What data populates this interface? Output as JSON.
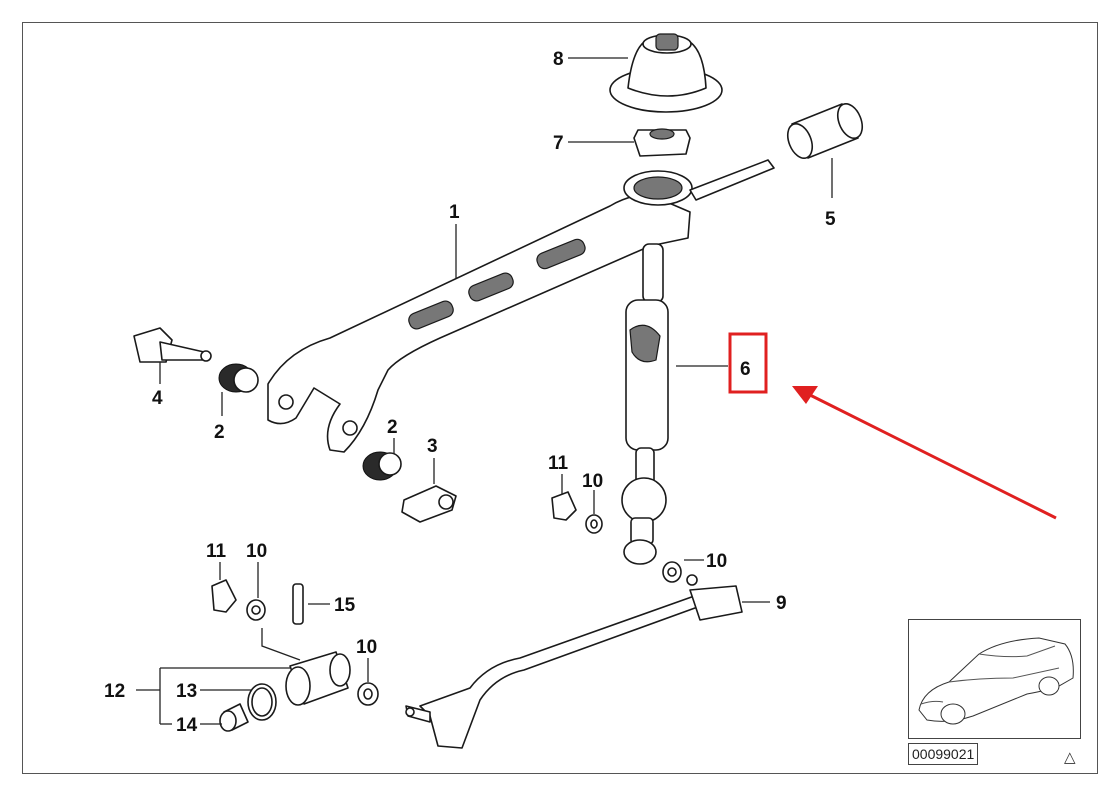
{
  "diagram": {
    "callouts": [
      {
        "id": "c1",
        "text": "1"
      },
      {
        "id": "c2a",
        "text": "2"
      },
      {
        "id": "c2b",
        "text": "2"
      },
      {
        "id": "c3",
        "text": "3"
      },
      {
        "id": "c4",
        "text": "4"
      },
      {
        "id": "c5",
        "text": "5"
      },
      {
        "id": "c6",
        "text": "6"
      },
      {
        "id": "c7",
        "text": "7"
      },
      {
        "id": "c8",
        "text": "8"
      },
      {
        "id": "c9",
        "text": "9"
      },
      {
        "id": "c10a",
        "text": "10"
      },
      {
        "id": "c10b",
        "text": "10"
      },
      {
        "id": "c10c",
        "text": "10"
      },
      {
        "id": "c10d",
        "text": "10"
      },
      {
        "id": "c11a",
        "text": "11"
      },
      {
        "id": "c11b",
        "text": "11"
      },
      {
        "id": "c12",
        "text": "12"
      },
      {
        "id": "c13",
        "text": "13"
      },
      {
        "id": "c14",
        "text": "14"
      },
      {
        "id": "c15",
        "text": "15"
      }
    ],
    "highlight": {
      "target": "6",
      "box_color": "#e02020",
      "arrow_color": "#e02020"
    },
    "diagram_code": "00099021",
    "corner_icon": "triangle-outline-icon"
  }
}
